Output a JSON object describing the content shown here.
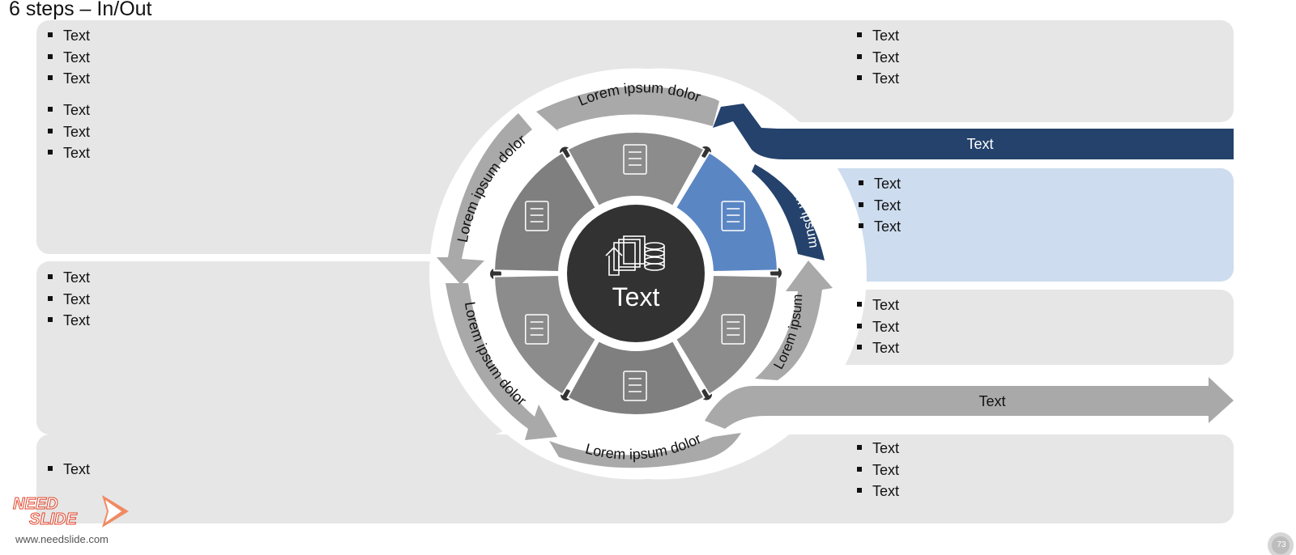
{
  "slide": {
    "title": "6 steps – In/Out",
    "page_number": "73"
  },
  "center": {
    "label": "Text",
    "icon": "documents-coins-icon"
  },
  "ring_segments": [
    {
      "icon": "head-gears-icon"
    },
    {
      "icon": "document-download-icon",
      "highlighted": true
    },
    {
      "icon": "documents-chart-icon"
    },
    {
      "icon": "bar-chart-icon"
    },
    {
      "icon": "calculator-coin-icon"
    },
    {
      "icon": "upload-list-icon"
    }
  ],
  "arc_labels": {
    "top": "Lorem ipsum dolor",
    "upper_left": "Lorem ipsum dolor",
    "lower_left": "Lorem ipsum dolor",
    "bottom": "Lorem ipsum dolor",
    "in_arrow": "Lorem ipsum",
    "out_arrow": "Lorem ipsum"
  },
  "arrows": {
    "input_label": "Text",
    "output_label": "Text"
  },
  "boxes": {
    "top_left": [
      "Text",
      "Text",
      "Text"
    ],
    "left_2": [
      "Text",
      "Text",
      "Text"
    ],
    "left_3": [
      "Text",
      "Text",
      "Text"
    ],
    "bottom_left": [
      "Text"
    ],
    "top_right": [
      "Text",
      "Text",
      "Text"
    ],
    "right_highlight": [
      "Text",
      "Text",
      "Text"
    ],
    "right_2": [
      "Text",
      "Text",
      "Text"
    ],
    "bottom_right": [
      "Text",
      "Text",
      "Text"
    ]
  },
  "colors": {
    "panel": "#e6e6e6",
    "highlight_panel": "#cddcee",
    "navy": "#24426b",
    "blue_segment": "#5b86c4",
    "center": "#323232",
    "ring_gray": "#8c8c8c",
    "arrow_gray": "#a9a9a9"
  },
  "branding": {
    "logo_line1": "NEED",
    "logo_line2": "SLIDE",
    "url": "www.needslide.com"
  }
}
